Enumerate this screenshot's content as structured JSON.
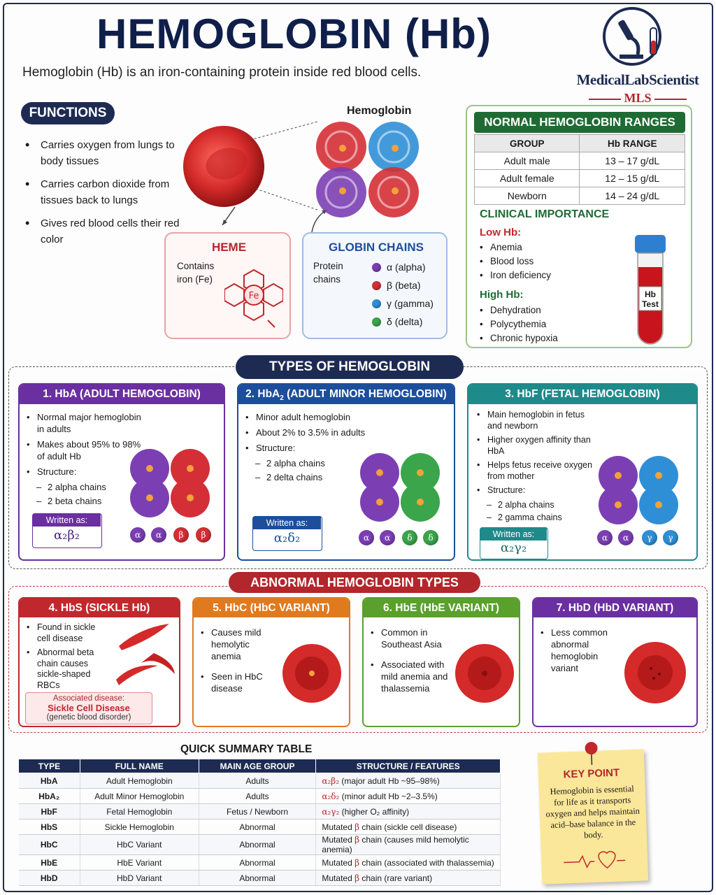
{
  "header": {
    "title": "HEMOGLOBIN (Hb)",
    "subtitle": "Hemoglobin (Hb) is an iron-containing protein inside red blood cells."
  },
  "logo": {
    "name": "MedicalLabScientist",
    "abbr": "MLS"
  },
  "functions": {
    "label": "FUNCTIONS",
    "items": [
      "Carries oxygen from lungs to body tissues",
      "Carries carbon dioxide from tissues back to lungs",
      "Gives red blood cells their red color"
    ]
  },
  "diagram": {
    "hemoglobin_label": "Hemoglobin",
    "heme": {
      "title": "HEME",
      "text": "Contains iron (Fe)",
      "iron": "Fe"
    },
    "globin": {
      "title": "GLOBIN CHAINS",
      "text": "Protein chains",
      "chains": [
        {
          "symbol": "α",
          "name": "(alpha)",
          "color": "#7b3fb3"
        },
        {
          "symbol": "β",
          "name": "(beta)",
          "color": "#d42f36"
        },
        {
          "symbol": "γ",
          "name": "(gamma)",
          "color": "#2f8fd6"
        },
        {
          "symbol": "δ",
          "name": "(delta)",
          "color": "#3aa54a"
        }
      ]
    }
  },
  "ranges": {
    "title": "NORMAL HEMOGLOBIN RANGES",
    "headers": [
      "GROUP",
      "Hb RANGE"
    ],
    "rows": [
      [
        "Adult male",
        "13 – 17 g/dL"
      ],
      [
        "Adult female",
        "12 – 15 g/dL"
      ],
      [
        "Newborn",
        "14 – 24 g/dL"
      ]
    ]
  },
  "clinical": {
    "title": "CLINICAL IMPORTANCE",
    "low_title": "Low Hb:",
    "low": [
      "Anemia",
      "Blood loss",
      "Iron deficiency"
    ],
    "high_title": "High Hb:",
    "high": [
      "Dehydration",
      "Polycythemia",
      "Chronic hypoxia"
    ],
    "tube_label": "Hb Test"
  },
  "types": {
    "label": "TYPES OF HEMOGLOBIN",
    "hba": {
      "title": "1. HbA (ADULT HEMOGLOBIN)",
      "b1": "Normal major hemoglobin in adults",
      "b2": "Makes about 95% to 98% of adult Hb",
      "b3": "Structure:",
      "d1": "2 alpha chains",
      "d2": "2 beta chains",
      "written": "Written as:",
      "formula": "α₂β₂",
      "bubbles": [
        "α",
        "α",
        "β",
        "β"
      ]
    },
    "hba2": {
      "title_pre": "2. HbA",
      "title_sub": "2",
      "title_post": " (ADULT MINOR HEMOGLOBIN)",
      "b1": "Minor adult hemoglobin",
      "b2": "About 2% to 3.5% in adults",
      "b3": "Structure:",
      "d1": "2 alpha chains",
      "d2": "2 delta chains",
      "written": "Written as:",
      "formula": "α₂δ₂",
      "bubbles": [
        "α",
        "α",
        "δ",
        "δ"
      ]
    },
    "hbf": {
      "title": "3. HbF (FETAL HEMOGLOBIN)",
      "b1": "Main hemoglobin in fetus and newborn",
      "b2": "Higher oxygen affinity than HbA",
      "b3": "Helps fetus receive oxygen from mother",
      "b4": "Structure:",
      "d1": "2 alpha chains",
      "d2": "2 gamma chains",
      "written": "Written as:",
      "formula": "α₂γ₂",
      "bubbles": [
        "α",
        "α",
        "γ",
        "γ"
      ]
    }
  },
  "abnormal": {
    "label": "ABNORMAL HEMOGLOBIN TYPES",
    "hbs": {
      "title": "4. HbS (SICKLE Hb)",
      "b1": "Found in sickle cell disease",
      "b2": "Abnormal beta chain causes sickle-shaped RBCs",
      "assoc_label": "Associated disease:",
      "assoc_name": "Sickle Cell Disease",
      "assoc_note": "(genetic blood disorder)"
    },
    "hbc": {
      "title": "5. HbC (HbC VARIANT)",
      "b1": "Causes mild hemolytic anemia",
      "b2": "Seen in HbC disease"
    },
    "hbe": {
      "title": "6. HbE (HbE VARIANT)",
      "b1": "Common in Southeast Asia",
      "b2": "Associated with mild anemia and thalassemia"
    },
    "hbd": {
      "title": "7. HbD (HbD VARIANT)",
      "b1": "Less common abnormal hemoglobin variant"
    }
  },
  "summary": {
    "title": "QUICK SUMMARY TABLE",
    "headers": [
      "TYPE",
      "FULL NAME",
      "MAIN AGE GROUP",
      "STRUCTURE / FEATURES"
    ],
    "rows": [
      {
        "type": "HbA",
        "name": "Adult Hemoglobin",
        "age": "Adults",
        "sym": "α₂β₂",
        "feat": " (major adult Hb ~95–98%)"
      },
      {
        "type": "HbA₂",
        "name": "Adult Minor Hemoglobin",
        "age": "Adults",
        "sym": "α₂δ₂",
        "feat": " (minor adult Hb ~2–3.5%)"
      },
      {
        "type": "HbF",
        "name": "Fetal Hemoglobin",
        "age": "Fetus / Newborn",
        "sym": "α₂γ₂",
        "feat": " (higher O₂ affinity)"
      },
      {
        "type": "HbS",
        "name": "Sickle Hemoglobin",
        "age": "Abnormal",
        "pre": "Mutated ",
        "sym": "β",
        "feat": " chain (sickle cell disease)"
      },
      {
        "type": "HbC",
        "name": "HbC Variant",
        "age": "Abnormal",
        "pre": "Mutated ",
        "sym": "β",
        "feat": " chain (causes mild hemolytic anemia)"
      },
      {
        "type": "HbE",
        "name": "HbE Variant",
        "age": "Abnormal",
        "pre": "Mutated ",
        "sym": "β",
        "feat": " chain (associated with thalassemia)"
      },
      {
        "type": "HbD",
        "name": "HbD Variant",
        "age": "Abnormal",
        "pre": "Mutated ",
        "sym": "β",
        "feat": " chain (rare variant)"
      }
    ]
  },
  "keypoint": {
    "title": "KEY POINT",
    "text": "Hemoglobin is essential for life as it transports oxygen and helps maintain acid–base balance in the body."
  },
  "colors": {
    "navy": "#1d2b53",
    "red": "#b3262b",
    "green": "#1f6b34",
    "hba": "#6a2fa0",
    "hba2": "#1d4e9b",
    "hbf": "#1f8a8a",
    "hbs": "#c0282d",
    "hbc": "#e07a1f",
    "hbe": "#5aa02c",
    "hbd": "#6a2fa0"
  }
}
